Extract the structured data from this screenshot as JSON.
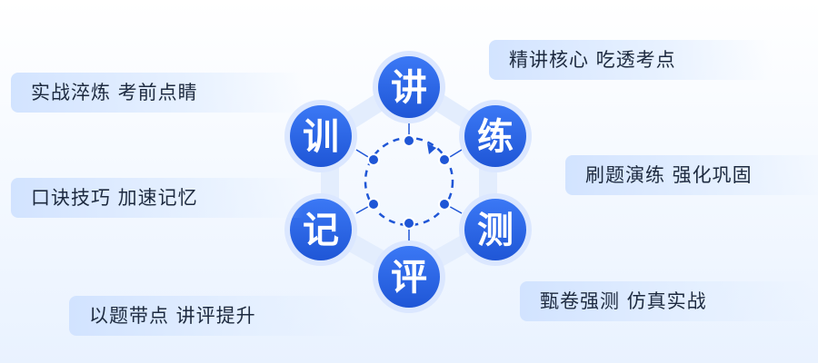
{
  "colors": {
    "node_fill": "#2f6bf0",
    "node_fill_dark": "#1f56d6",
    "node_ring": "#dbe7ff",
    "hex_ring": "#e3edfd",
    "dot": "#1f56d6",
    "dash": "#1f56d6"
  },
  "nodes": [
    {
      "id": "jiang",
      "char": "讲"
    },
    {
      "id": "lian",
      "char": "练"
    },
    {
      "id": "ce",
      "char": "测"
    },
    {
      "id": "ping",
      "char": "评"
    },
    {
      "id": "ji",
      "char": "记"
    },
    {
      "id": "xun",
      "char": "训"
    }
  ],
  "labels": [
    {
      "id": "jiang",
      "text": "精讲核心 吃透考点"
    },
    {
      "id": "lian",
      "text": "刷题演练 强化巩固"
    },
    {
      "id": "ce",
      "text": "甄卷强测 仿真实战"
    },
    {
      "id": "ping",
      "text": "以题带点 讲评提升"
    },
    {
      "id": "ji",
      "text": "口诀技巧 加速记忆"
    },
    {
      "id": "xun",
      "text": "实战淬炼 考前点睛"
    }
  ]
}
